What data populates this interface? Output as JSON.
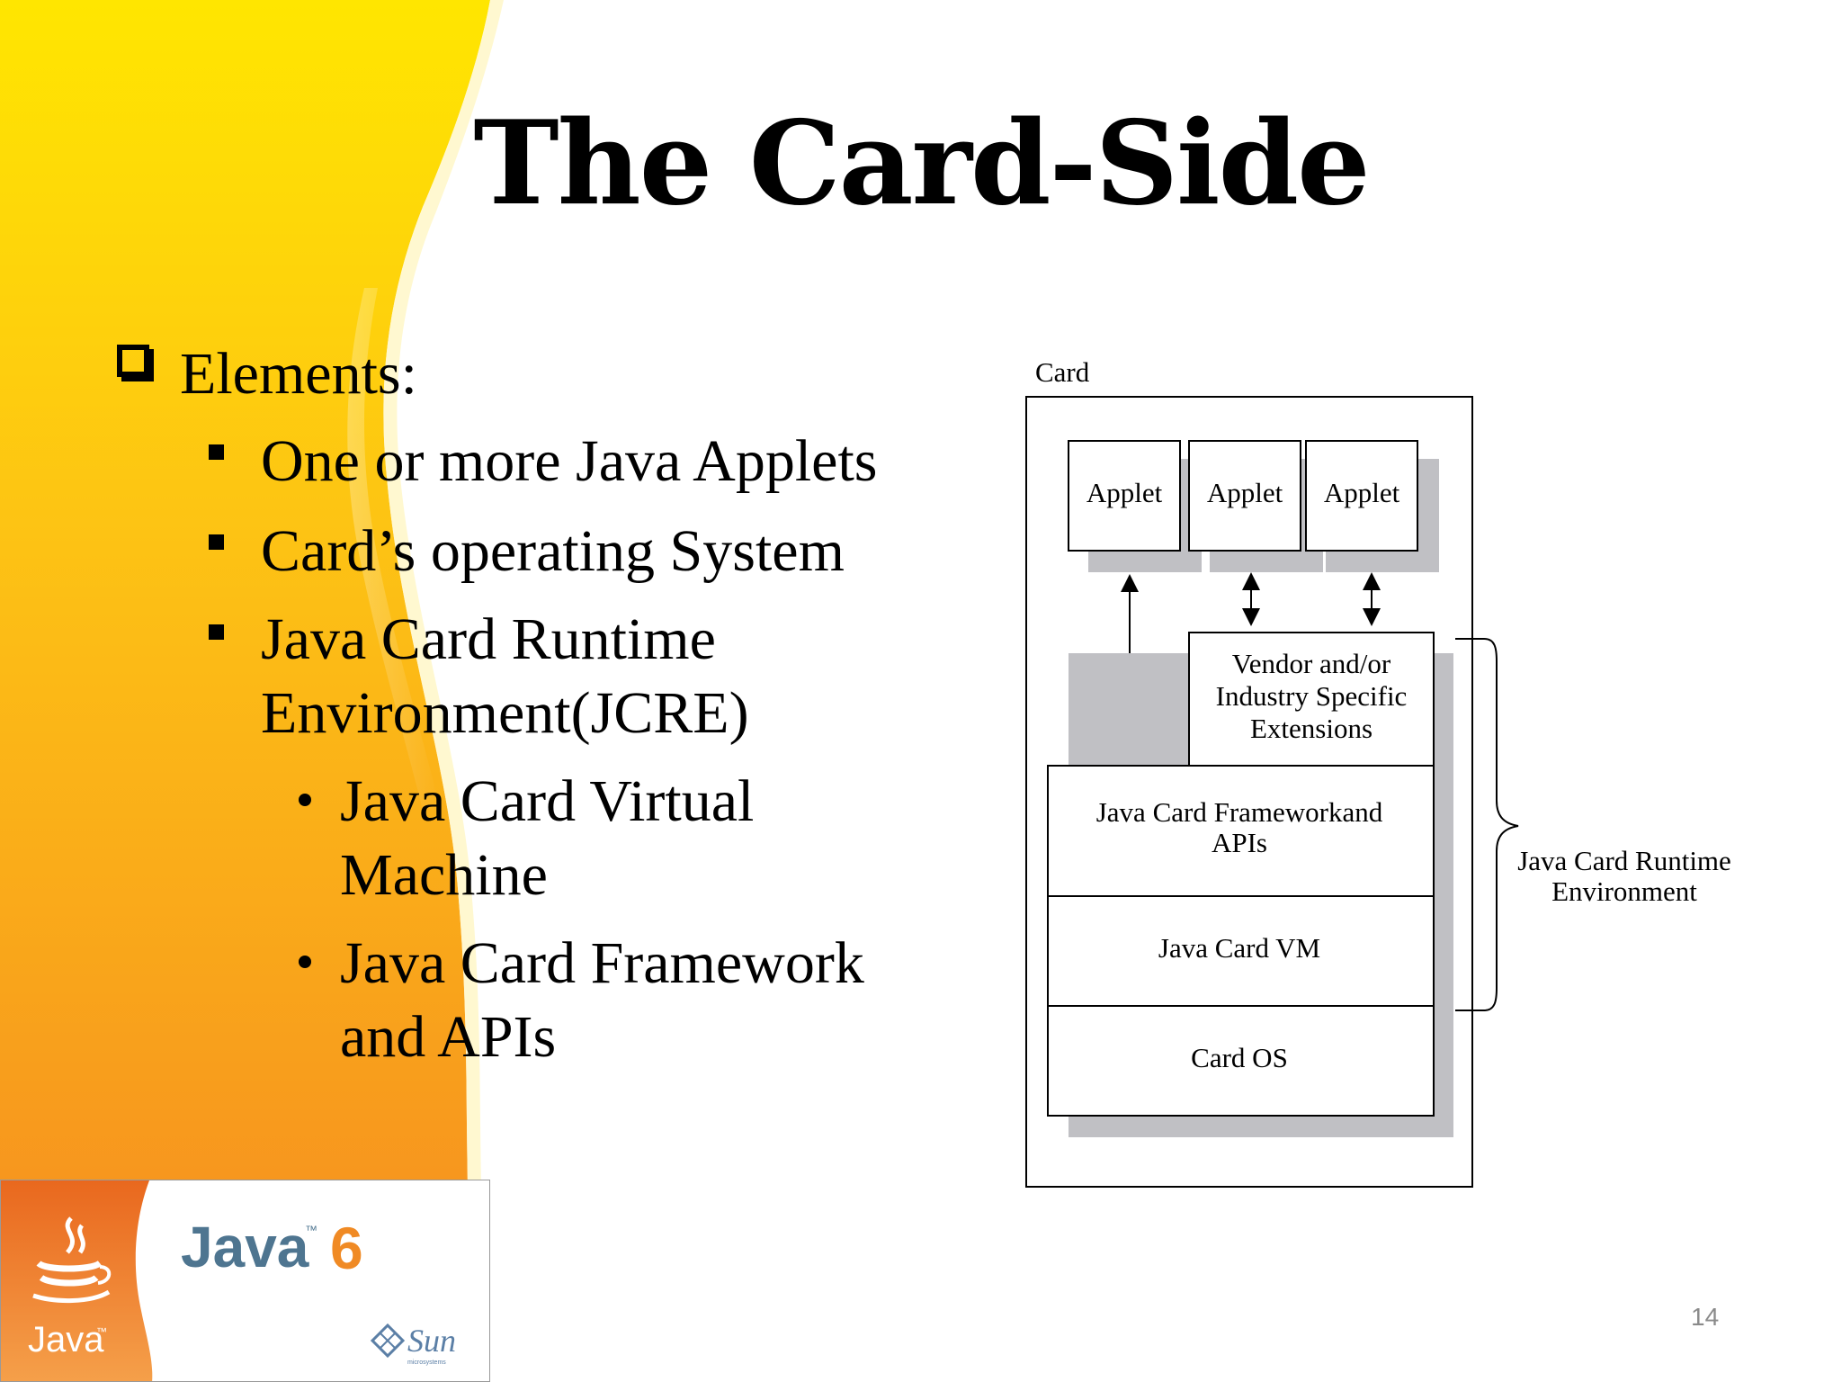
{
  "slide": {
    "title": "The Card-Side",
    "page_number": "14"
  },
  "content": {
    "heading": "Elements:",
    "items": [
      {
        "text_lines": [
          "One or more Java Applets"
        ]
      },
      {
        "text_lines": [
          "Card’s operating System"
        ]
      },
      {
        "text_lines": [
          "Java Card Runtime",
          "Environment(JCRE)"
        ]
      }
    ],
    "subitems": [
      {
        "text_lines": [
          "Java Card Virtual",
          "Machine"
        ]
      },
      {
        "text_lines": [
          "Java Card Framework",
          "and APIs"
        ]
      }
    ]
  },
  "diagram": {
    "card_label": "Card",
    "applets": [
      "Applet",
      "Applet",
      "Applet"
    ],
    "vendor_lines": [
      "Vendor and/or",
      "Industry Specific",
      "Extensions"
    ],
    "framework_lines": [
      "Java Card Frameworkand",
      "APIs"
    ],
    "vm_label": "Java Card VM",
    "os_label": "Card OS",
    "jcre_lines": [
      "Java Card Runtime",
      "Environment"
    ]
  },
  "logo": {
    "java_word": "Java",
    "version": "6",
    "tm": "™",
    "cup_word": "Java",
    "sun_word": "Sun",
    "sun_sub": "microsystems"
  },
  "colors": {
    "accent_yellow": "#FFE400",
    "accent_orange": "#F7931E",
    "java_blue": "#4E7590",
    "java_orange": "#F08A24",
    "shadow_gray": "#C0C0C4"
  }
}
